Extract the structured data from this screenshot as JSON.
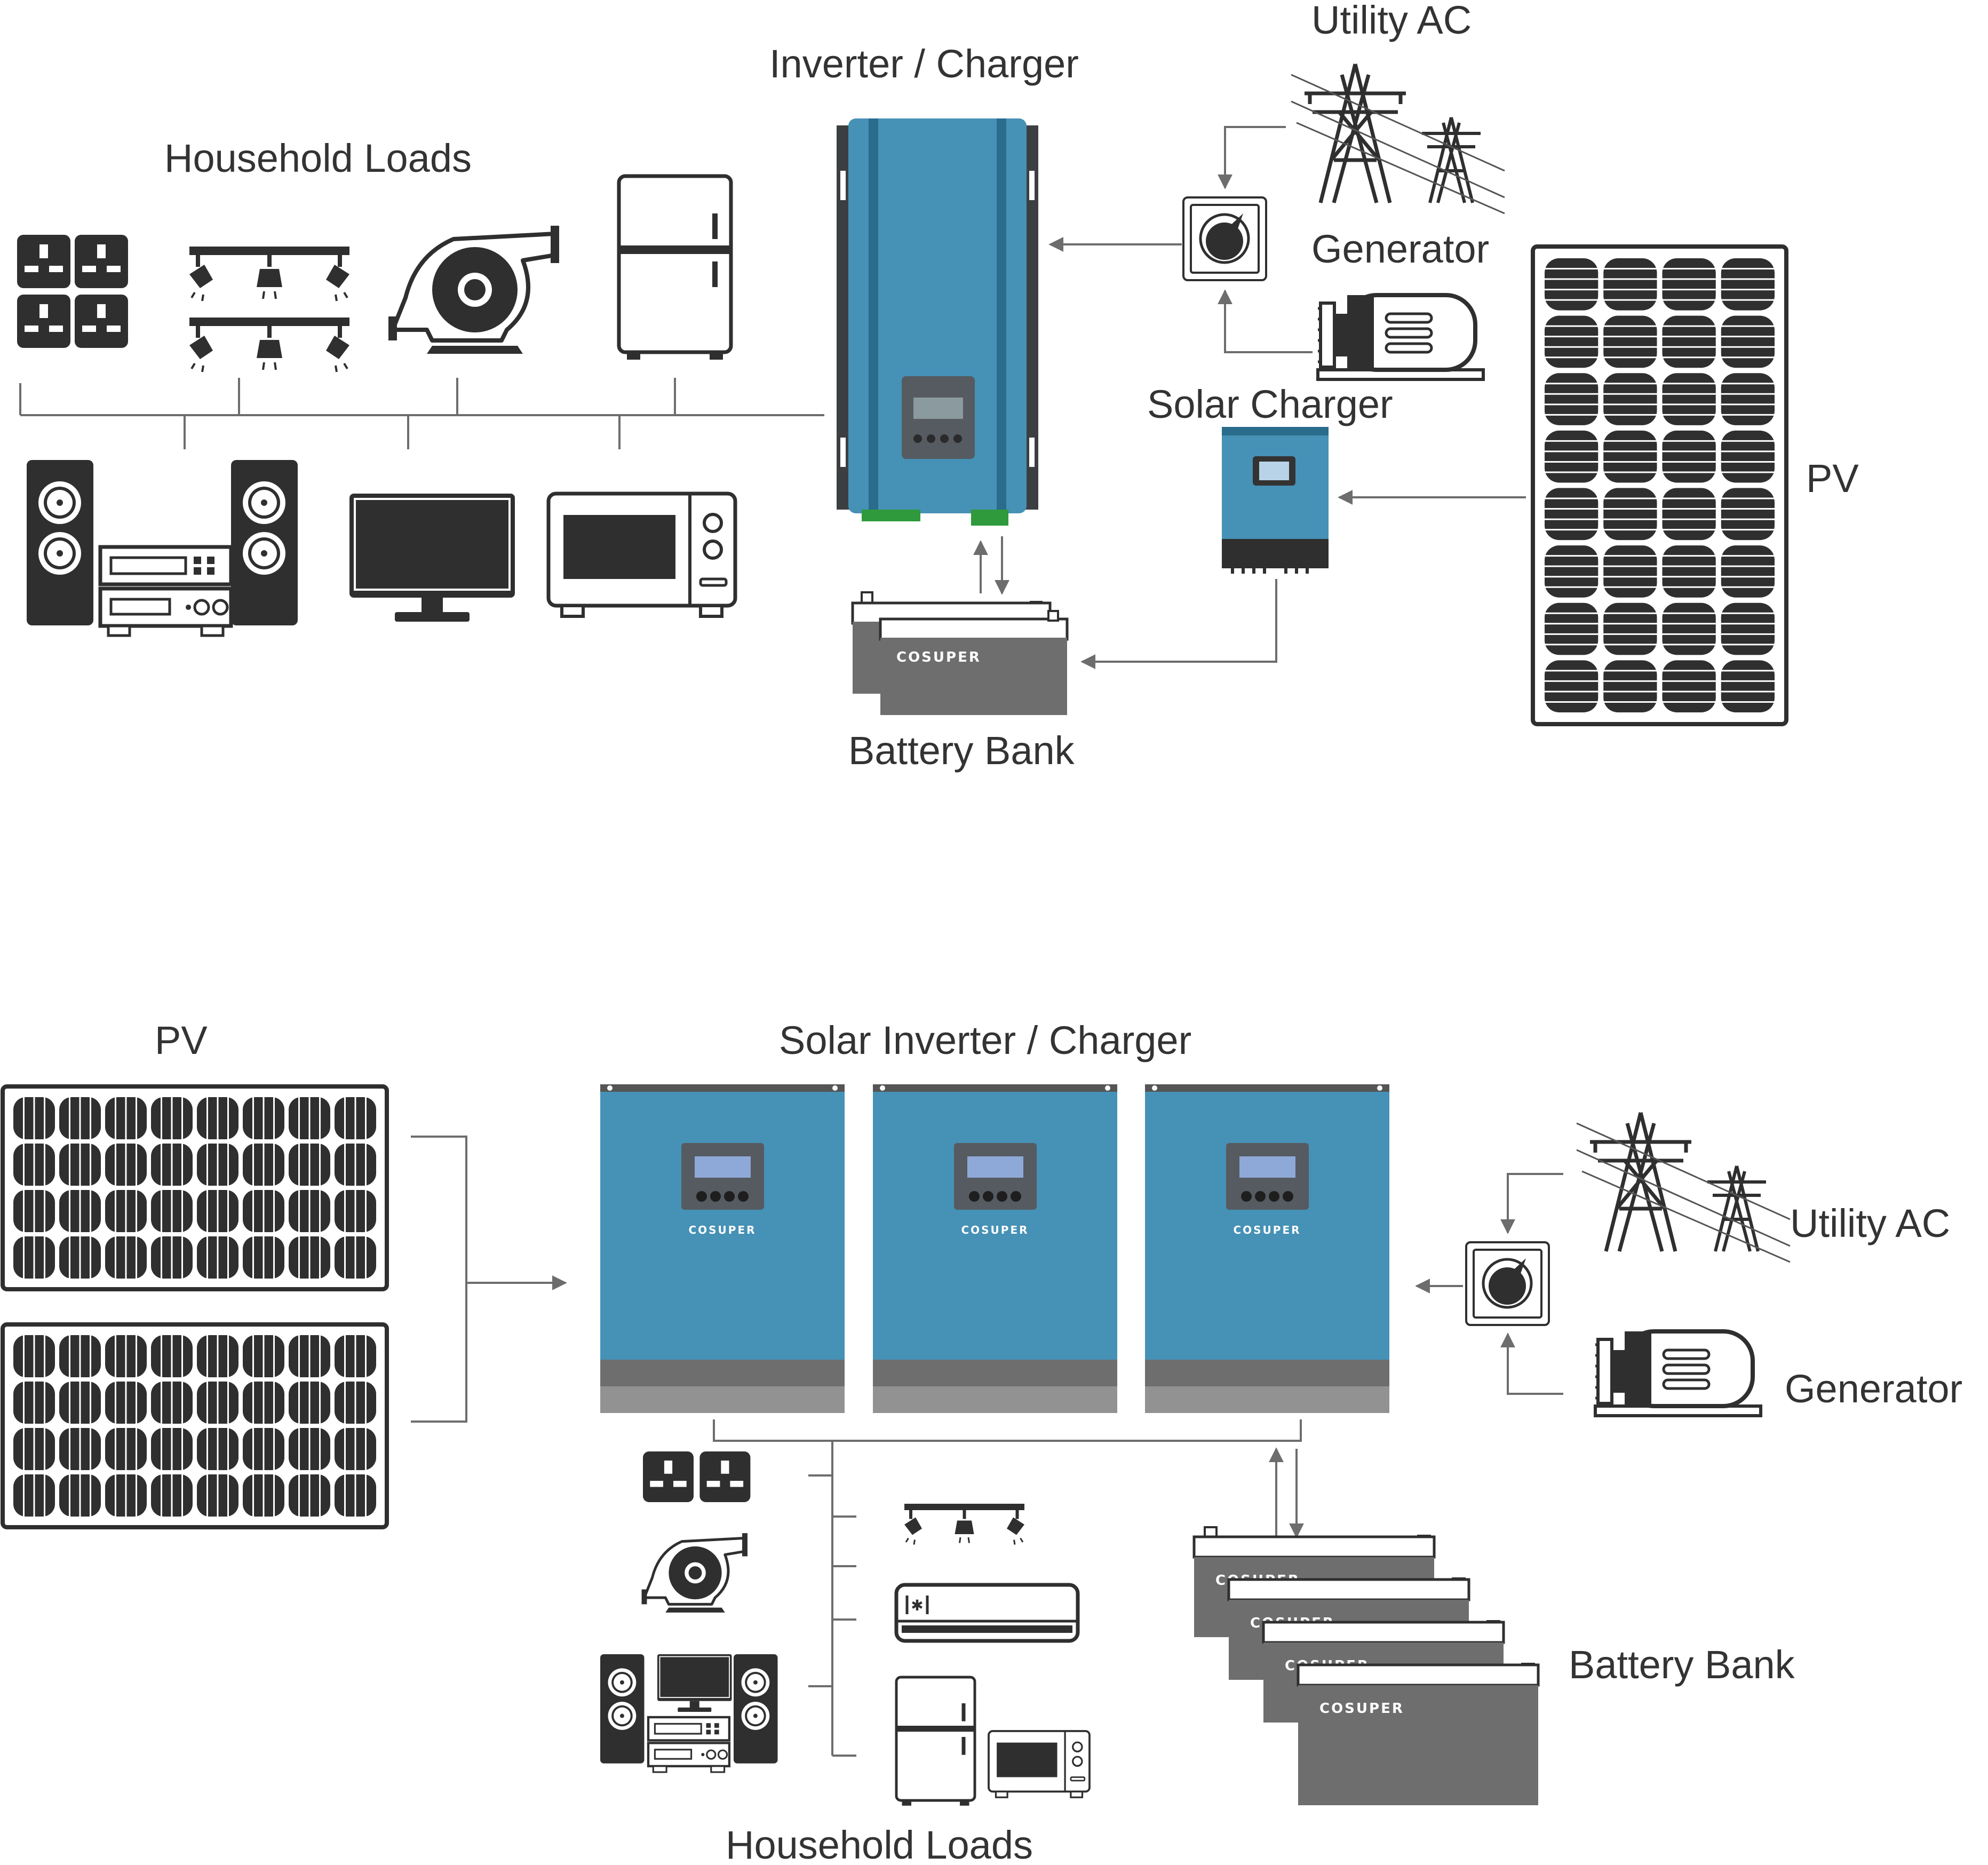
{
  "diagram_top": {
    "inverter_label": "Inverter / Charger",
    "utility_label": "Utility AC",
    "generator_label": "Generator",
    "household_label": "Household Loads",
    "solar_charger_label": "Solar Charger",
    "pv_label": "PV",
    "battery_label": "Battery Bank",
    "battery_brand": "COSUPER"
  },
  "diagram_bottom": {
    "pv_label": "PV",
    "inverter_label": "Solar Inverter / Charger",
    "utility_label": "Utility AC",
    "generator_label": "Generator",
    "battery_label": "Battery Bank",
    "household_label": "Household Loads",
    "inverter_brands": [
      "COSUPER",
      "COSUPER",
      "COSUPER"
    ],
    "battery_brands": [
      "COSUPER",
      "COSUPER",
      "COSUPER",
      "COSUPER"
    ]
  },
  "colors": {
    "inverter_blue": "#4691b6",
    "inverter_dark_blue": "#2a6c8c",
    "icon_dark": "#2f2f2f",
    "battery_gray": "#6e6e6e",
    "wire_gray": "#6d6d6d",
    "terminal_green": "#2e9a3c"
  }
}
